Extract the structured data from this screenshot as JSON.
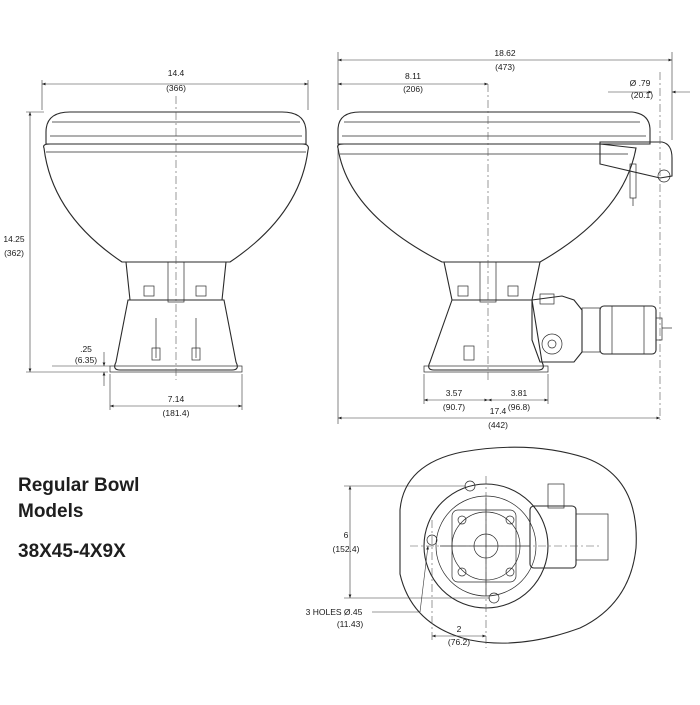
{
  "labels": {
    "title_line1": "Regular Bowl",
    "title_line2": "Models",
    "model_number": "38X45-4X9X"
  },
  "front_view": {
    "width_in": "14.4",
    "width_mm": "(366)",
    "height_in": "14.25",
    "height_mm": "(362)",
    "base_offset_in": ".25",
    "base_offset_mm": "(6.35)",
    "base_width_in": "7.14",
    "base_width_mm": "(181.4)"
  },
  "side_view": {
    "overall_in": "18.62",
    "overall_mm": "(473)",
    "front_to_center_in": "8.11",
    "front_to_center_mm": "(206)",
    "hose_dia_in": "Ø .79",
    "hose_dia_mm": "(20.1)",
    "left_base_in": "3.57",
    "left_base_mm": "(90.7)",
    "right_base_in": "3.81",
    "right_base_mm": "(96.8)",
    "base_total_in": "17.4",
    "base_total_mm": "(442)"
  },
  "top_view": {
    "depth_in": "6",
    "depth_mm": "(152.4)",
    "holes_label": "3 HOLES Ø.45",
    "holes_mm": "(11.43)",
    "spacing_in": "2",
    "spacing_mm": "(76.2)"
  },
  "colors": {
    "body_fill": "#f3f3f3",
    "shadow": "#cfcfcf",
    "outline": "#2a2a2a",
    "text": "#1e1e1e"
  }
}
